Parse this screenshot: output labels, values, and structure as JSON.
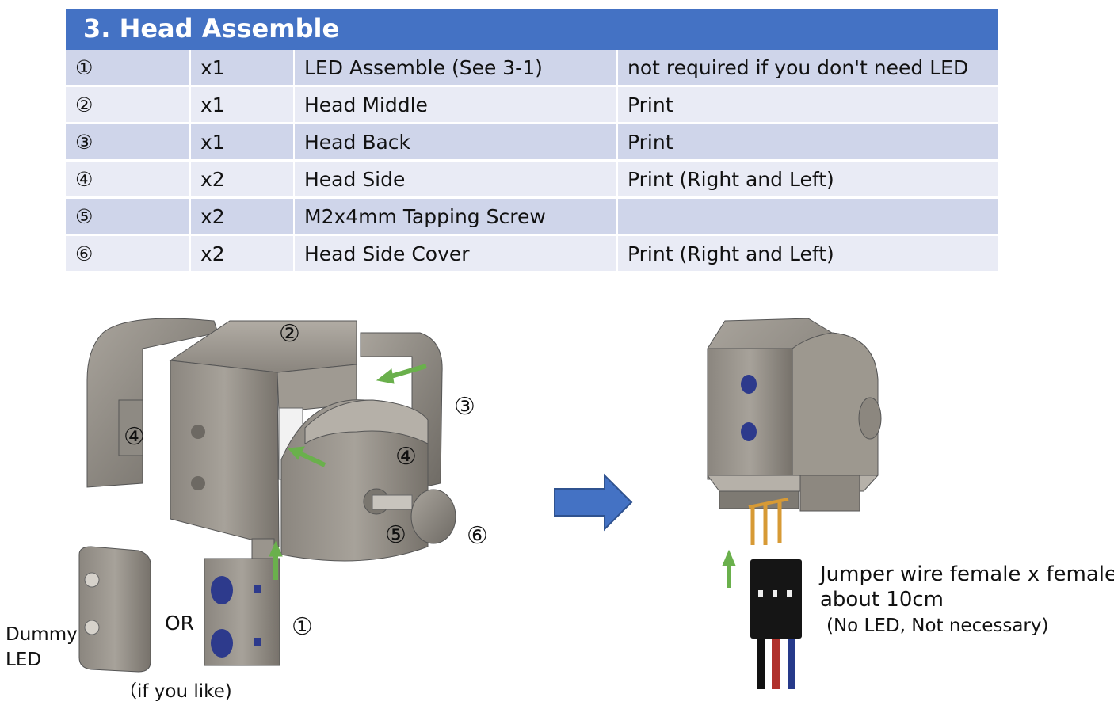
{
  "section": {
    "title": "3. Head Assemble"
  },
  "parts_table": {
    "rows": [
      {
        "id": "①",
        "qty": "x1",
        "name": "LED Assemble  (See 3-1)",
        "note": "not required if you don't need LED"
      },
      {
        "id": "②",
        "qty": "x1",
        "name": "Head Middle",
        "note": "Print"
      },
      {
        "id": "③",
        "qty": "x1",
        "name": "Head Back",
        "note": "Print"
      },
      {
        "id": "④",
        "qty": "x2",
        "name": "Head Side",
        "note": "Print (Right and Left)"
      },
      {
        "id": "⑤",
        "qty": "x2",
        "name": "M2x4mm Tapping Screw",
        "note": ""
      },
      {
        "id": "⑥",
        "qty": "x2",
        "name": "Head Side Cover",
        "note": "Print (Right and Left)"
      }
    ]
  },
  "diagram": {
    "callouts": {
      "c1": "①",
      "c2": "②",
      "c3": "③",
      "c4a": "④",
      "c4b": "④",
      "c5": "⑤",
      "c6": "⑥"
    },
    "or_label": "OR",
    "dummy_led_line1": "Dummy",
    "dummy_led_line2": "LED",
    "if_you_like": "（if you like)",
    "jumper_line1": "Jumper wire female x female",
    "jumper_line2": "about 10cm",
    "jumper_line3": "(No LED, Not necessary)"
  },
  "colors": {
    "header_blue": "#4472c4",
    "row_dark": "#cfd5ea",
    "row_light": "#e9ebf5",
    "arrow_green": "#6ab04c",
    "arrow_blue": "#4472c4"
  }
}
